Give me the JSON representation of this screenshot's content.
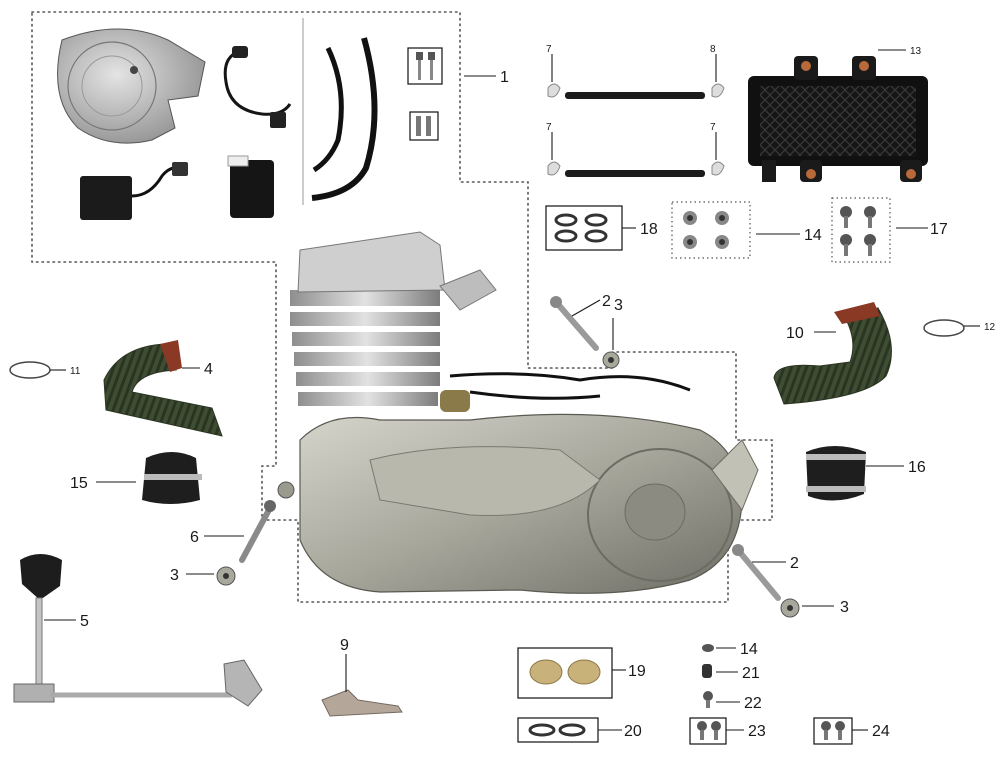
{
  "callouts": [
    {
      "id": "1",
      "text": "1"
    },
    {
      "id": "2a",
      "text": "2"
    },
    {
      "id": "2b",
      "text": "2"
    },
    {
      "id": "3a",
      "text": "3"
    },
    {
      "id": "3b",
      "text": "3"
    },
    {
      "id": "3c",
      "text": "3"
    },
    {
      "id": "4",
      "text": "4"
    },
    {
      "id": "5",
      "text": "5"
    },
    {
      "id": "6",
      "text": "6"
    },
    {
      "id": "7a",
      "text": "7"
    },
    {
      "id": "7b",
      "text": "7"
    },
    {
      "id": "7c",
      "text": "7"
    },
    {
      "id": "8",
      "text": "8"
    },
    {
      "id": "9",
      "text": "9"
    },
    {
      "id": "10",
      "text": "10"
    },
    {
      "id": "11",
      "text": "11"
    },
    {
      "id": "12",
      "text": "12"
    },
    {
      "id": "13",
      "text": "13"
    },
    {
      "id": "14a",
      "text": "14"
    },
    {
      "id": "14b",
      "text": "14"
    },
    {
      "id": "15",
      "text": "15"
    },
    {
      "id": "16",
      "text": "16"
    },
    {
      "id": "17",
      "text": "17"
    },
    {
      "id": "18",
      "text": "18"
    },
    {
      "id": "19",
      "text": "19"
    },
    {
      "id": "20",
      "text": "20"
    },
    {
      "id": "21",
      "text": "21"
    },
    {
      "id": "22",
      "text": "22"
    },
    {
      "id": "23",
      "text": "23"
    },
    {
      "id": "24",
      "text": "24"
    }
  ],
  "colors": {
    "engine_metal": "#a9a89c",
    "engine_dark": "#6f6e66",
    "hose_green": "#4a5a3a",
    "rubber_black": "#1c1c1c",
    "line": "#1a1a1a"
  }
}
